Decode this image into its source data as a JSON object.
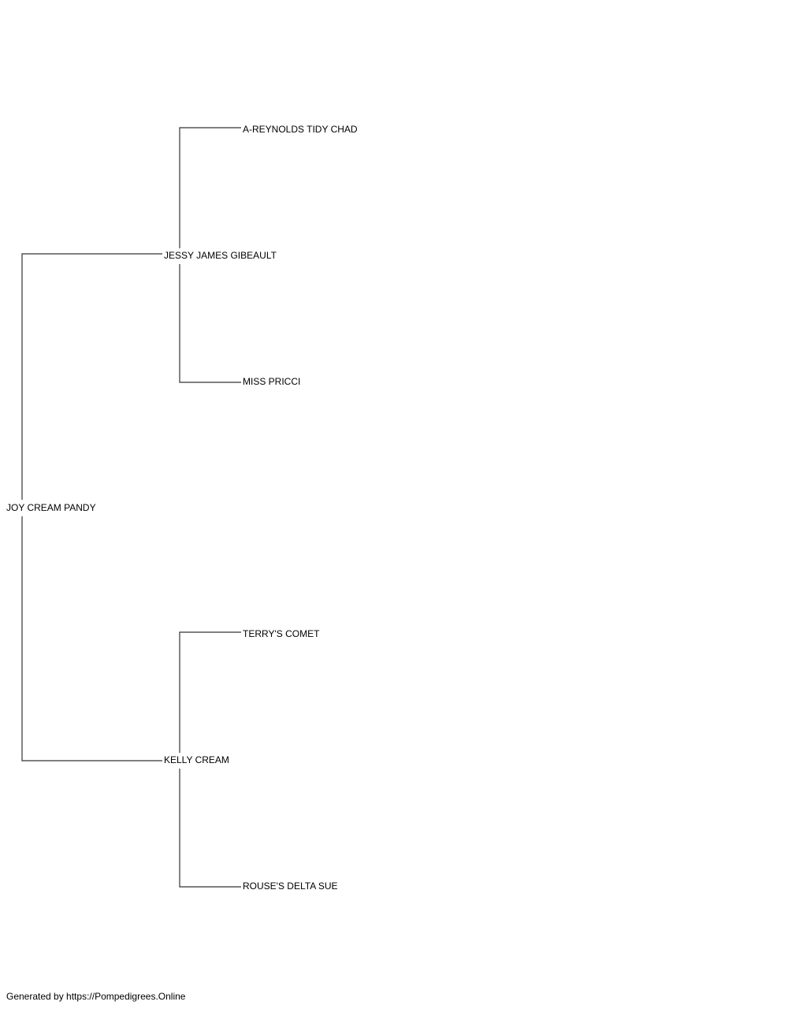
{
  "pedigree": {
    "subject": "JOY CREAM PANDY",
    "sire": "JESSY JAMES GIBEAULT",
    "dam": "KELLY CREAM",
    "sire_sire": "A-REYNOLDS TIDY CHAD",
    "sire_dam": "MISS PRICCI",
    "dam_sire": "TERRY'S COMET",
    "dam_dam": "ROUSE'S DELTA SUE"
  },
  "footer": {
    "text": "Generated by https://Pompedigrees.Online"
  },
  "colors": {
    "line": "#333333",
    "text": "#000000",
    "background": "#ffffff"
  }
}
